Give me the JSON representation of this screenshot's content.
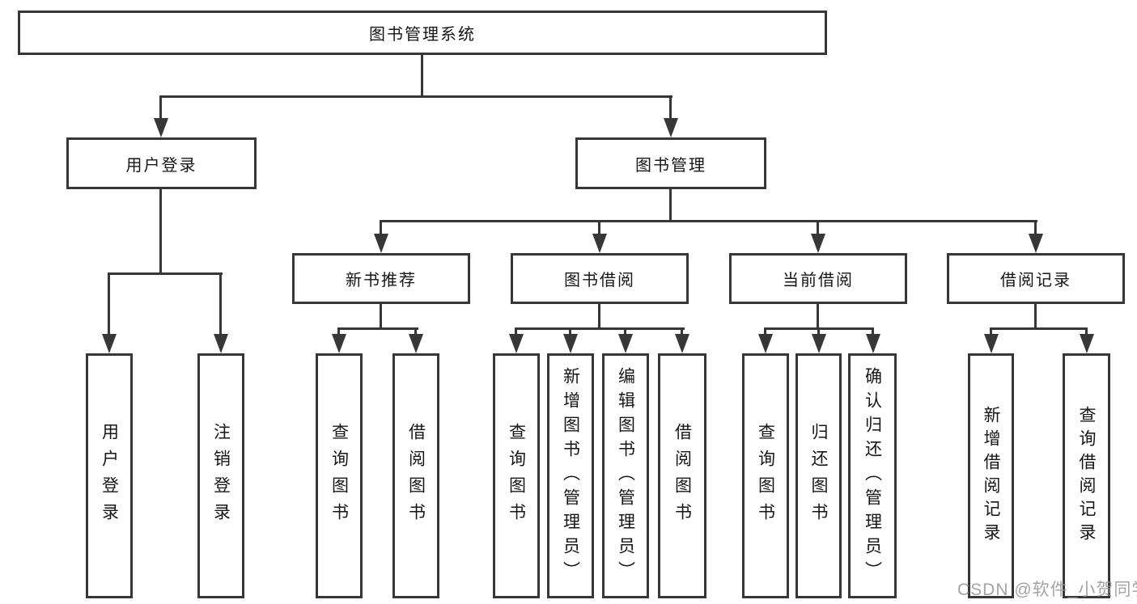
{
  "tree": {
    "label": "图书管理系统",
    "children": [
      {
        "label": "用户登录",
        "children": [
          {
            "label": "用户登录"
          },
          {
            "label": "注销登录"
          }
        ]
      },
      {
        "label": "图书管理",
        "children": [
          {
            "label": "新书推荐",
            "children": [
              {
                "label": "查询图书"
              },
              {
                "label": "借阅图书"
              }
            ]
          },
          {
            "label": "图书借阅",
            "children": [
              {
                "label": "查询图书"
              },
              {
                "label": "新增图书（管理员）"
              },
              {
                "label": "编辑图书（管理员）"
              },
              {
                "label": "借阅图书"
              }
            ]
          },
          {
            "label": "当前借阅",
            "children": [
              {
                "label": "查询图书"
              },
              {
                "label": "归还图书"
              },
              {
                "label": "确认归还（管理员）"
              }
            ]
          },
          {
            "label": "借阅记录",
            "children": [
              {
                "label": "新增借阅记录"
              },
              {
                "label": "查询借阅记录"
              }
            ]
          }
        ]
      }
    ]
  },
  "watermark": {
    "text": "CSDN @软件_小贺同学"
  },
  "colors": {
    "line": "#373737",
    "box_background": "#ffffff",
    "text": "#161616",
    "watermark": "#949494"
  }
}
